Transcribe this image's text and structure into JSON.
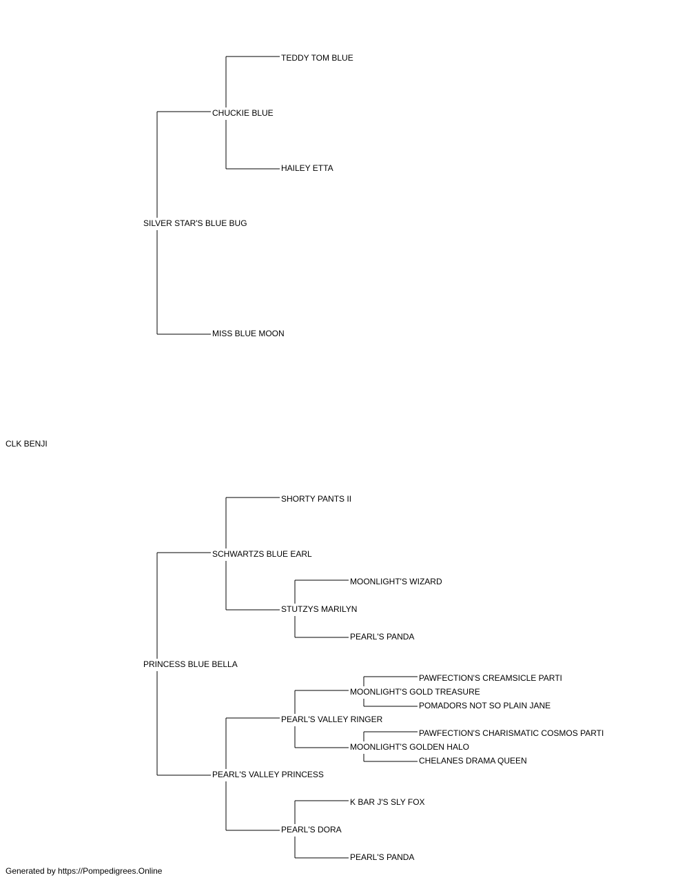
{
  "pedigree": {
    "subject": "CLK BENJI",
    "sire": {
      "name": "SILVER STAR'S BLUE BUG",
      "sire": {
        "name": "CHUCKIE BLUE",
        "sire": "TEDDY TOM BLUE",
        "dam": "HAILEY ETTA"
      },
      "dam": {
        "name": "MISS BLUE MOON"
      }
    },
    "dam": {
      "name": "PRINCESS BLUE BELLA",
      "sire": {
        "name": "SCHWARTZS BLUE EARL",
        "sire": "SHORTY PANTS II",
        "dam": {
          "name": "STUTZYS MARILYN",
          "sire": "MOONLIGHT'S WIZARD",
          "dam": "PEARL'S PANDA"
        }
      },
      "dam": {
        "name": "PEARL'S VALLEY PRINCESS",
        "sire": {
          "name": "PEARL'S VALLEY RINGER",
          "sire": {
            "name": "MOONLIGHT'S GOLD TREASURE",
            "sire": "PAWFECTION'S CREAMSICLE PARTI",
            "dam": "POMADORS NOT SO PLAIN JANE"
          },
          "dam": {
            "name": "MOONLIGHT'S GOLDEN HALO",
            "sire": "PAWFECTION'S CHARISMATIC COSMOS PARTI",
            "dam": "CHELANES DRAMA QUEEN"
          }
        },
        "dam": {
          "name": "PEARL'S DORA",
          "sire": "K BAR J'S SLY FOX",
          "dam": "PEARL'S PANDA"
        }
      }
    }
  },
  "footer": "Generated by https://Pompedigrees.Online"
}
